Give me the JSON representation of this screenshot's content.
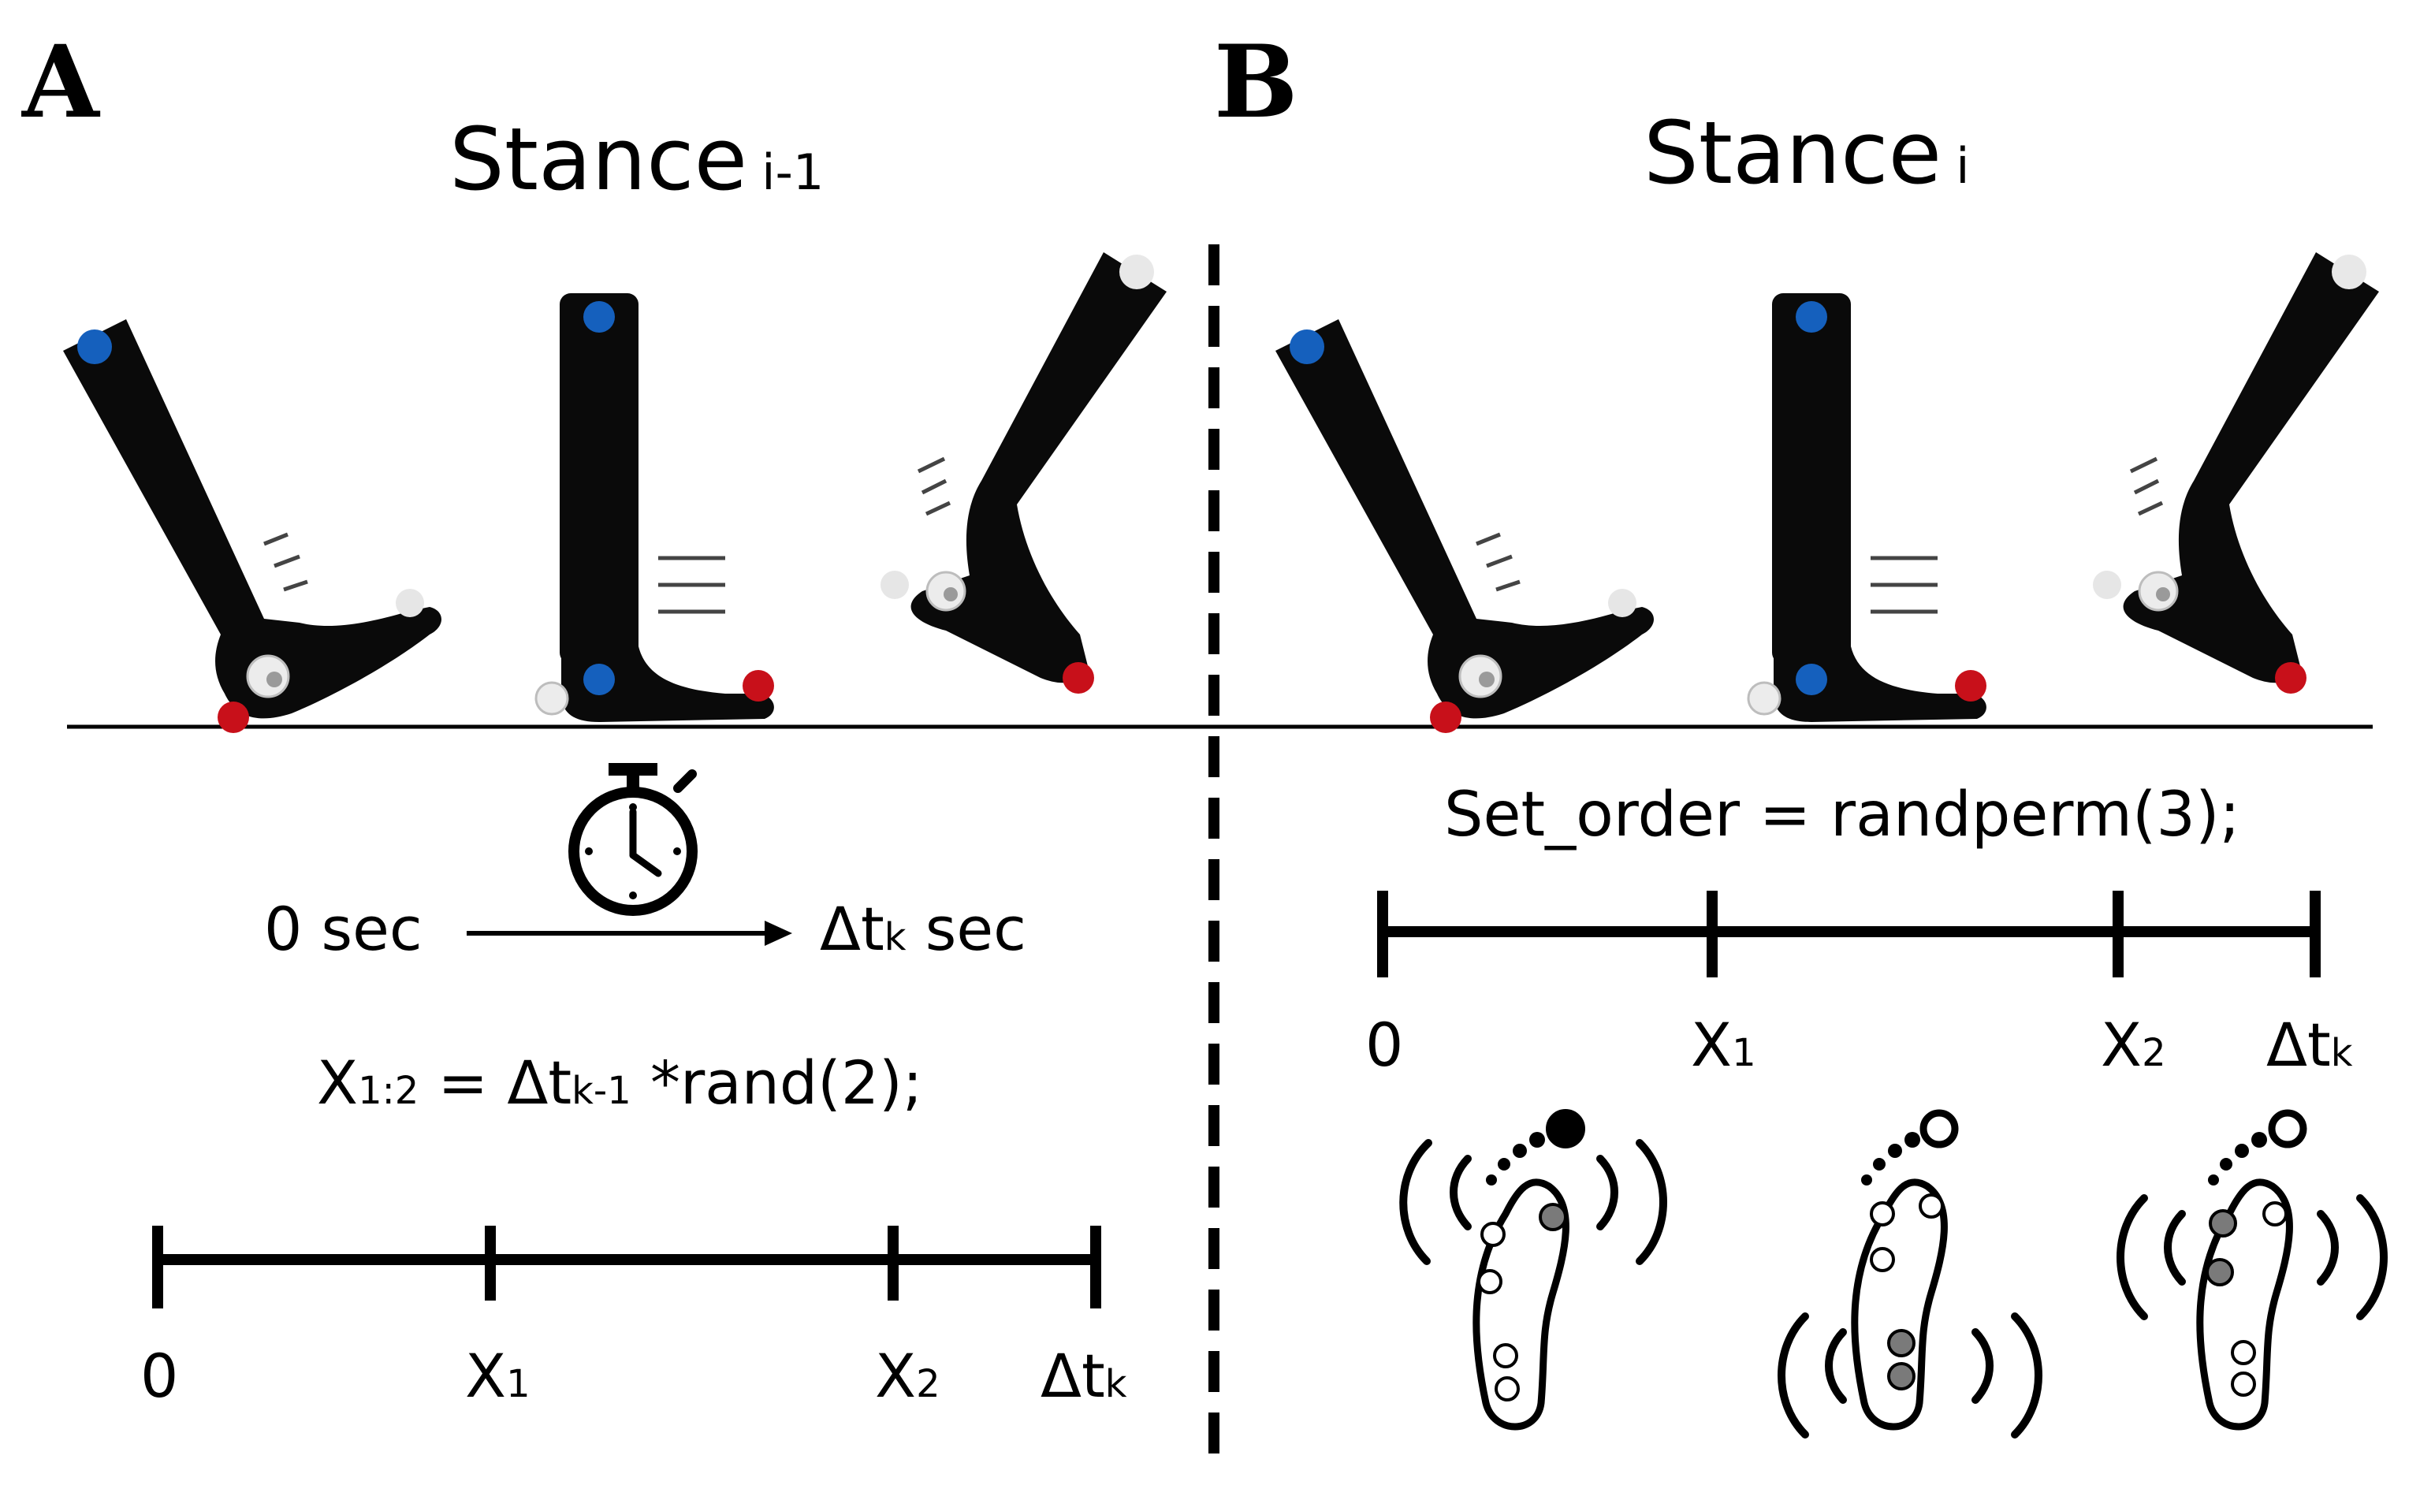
{
  "panels": {
    "a": {
      "letter": "A",
      "title": "Stance",
      "title_sub": "i-1",
      "timer": {
        "start": "0 sec",
        "end_main": "Δt",
        "end_sub": "k",
        "end_unit": " sec"
      },
      "formula": {
        "x": "X",
        "x_sub": "1:2",
        "eq": " = Δt",
        "dt_sub": "k-1",
        "tail": " *rand(2);"
      },
      "timeline": [
        {
          "main": "0",
          "sub": ""
        },
        {
          "main": "X",
          "sub": "1"
        },
        {
          "main": "X",
          "sub": "2"
        },
        {
          "main": "Δt",
          "sub": "k"
        }
      ]
    },
    "b": {
      "letter": "B",
      "title": "Stance",
      "title_sub": "i",
      "code": "Set_order = randperm(3);",
      "timeline": [
        {
          "main": "0",
          "sub": ""
        },
        {
          "main": "X",
          "sub": "1"
        },
        {
          "main": "X",
          "sub": "2"
        },
        {
          "main": "Δt",
          "sub": "k"
        }
      ]
    }
  },
  "colors": {
    "heel_marker": "#c8101a",
    "shank_marker": "#1560bd",
    "active_sensor": "#7a7a7a"
  },
  "icons": [
    "stopwatch-icon",
    "arrow-right-icon",
    "foot-sensor-icon",
    "vibration-wave-icon",
    "leg-silhouette-icon"
  ]
}
